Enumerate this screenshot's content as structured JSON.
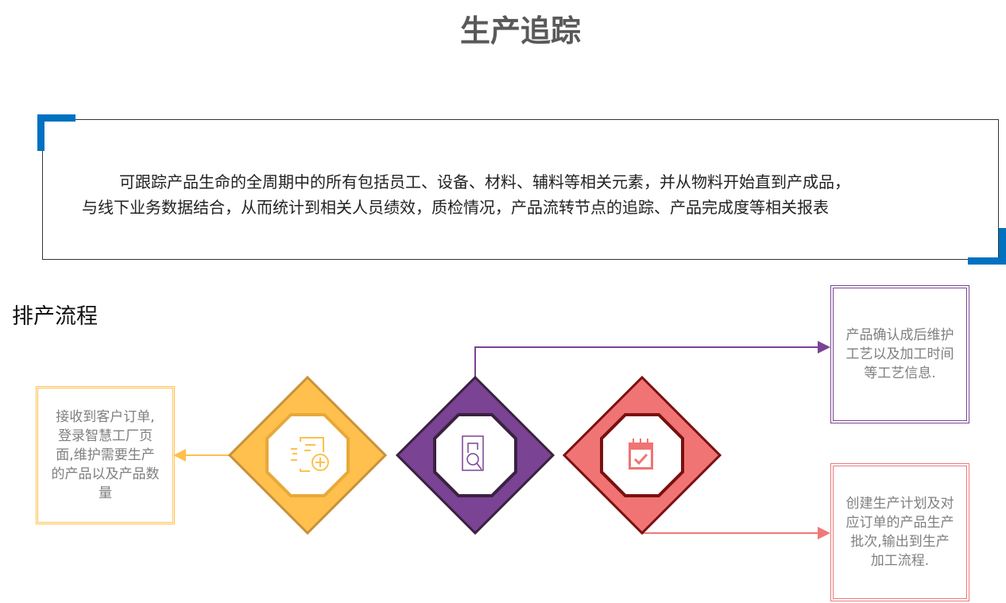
{
  "title": "生产追踪",
  "intro": {
    "line1": "可跟踪产品生命的全周期中的所有包括员工、设备、材料、辅料等相关元素，并从物料开始直到产成品，",
    "line2": "与线下业务数据结合，从而统计到相关人员绩效，质检情况，产品流转节点的追踪、产品完成度等相关报表"
  },
  "section_title": "排产流程",
  "steps": [
    {
      "icon": "document-add-icon",
      "text": "接收到客户订单,登录智慧工厂页面,维护需要生产的产品以及产品数量",
      "color": "#ffc04d"
    },
    {
      "icon": "document-search-icon",
      "text": "产品确认成后维护工艺以及加工时间等工艺信息.",
      "color": "#7b4394"
    },
    {
      "icon": "calendar-check-icon",
      "text": "创建生产计划及对应订单的产品生产批次,输出到生产加工流程.",
      "color": "#f07878"
    }
  ]
}
